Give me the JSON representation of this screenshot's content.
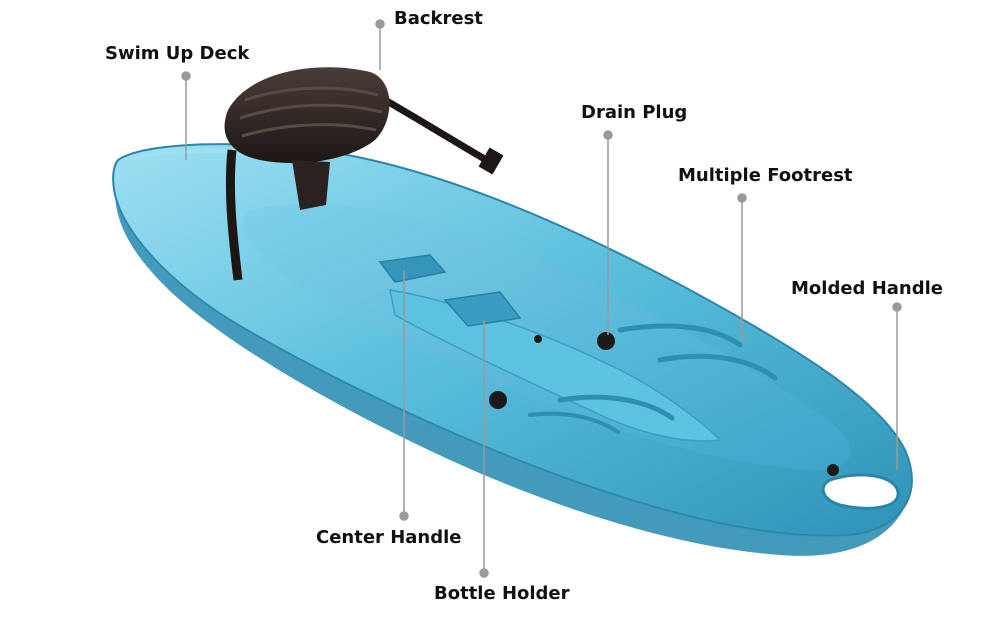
{
  "labels": {
    "backrest": "Backrest",
    "swim_up_deck": "Swim Up Deck",
    "drain_plug": "Drain Plug",
    "multiple_footrest": "Multiple Footrest",
    "molded_handle": "Molded Handle",
    "center_handle": "Center Handle",
    "bottle_holder": "Bottle Holder"
  },
  "colors": {
    "hull": "#4fb6d6",
    "hull_shadow": "#2f8fb2",
    "hull_highlight": "#8dd6ec",
    "seat": "#2a2220",
    "leader_line": "#9a9a9a"
  }
}
